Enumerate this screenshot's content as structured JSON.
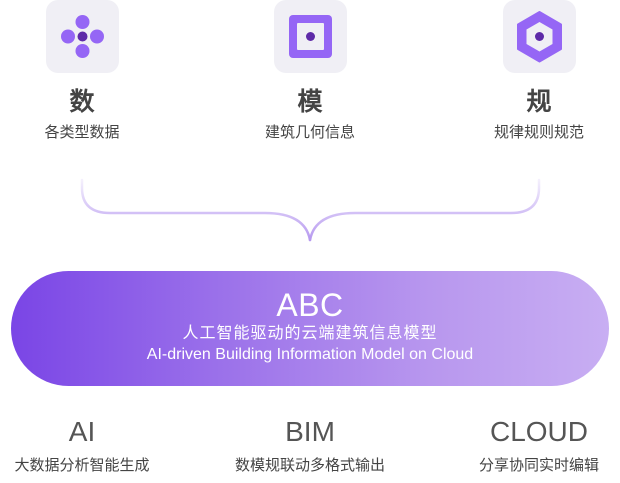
{
  "pillars": [
    {
      "icon": "dots-cross-icon",
      "char": "数",
      "subtitle": "各类型数据"
    },
    {
      "icon": "square-dot-icon",
      "char": "模",
      "subtitle": "建筑几何信息"
    },
    {
      "icon": "hexagon-dot-icon",
      "char": "规",
      "subtitle": "规律规则规范"
    }
  ],
  "core": {
    "title": "ABC",
    "subtitle_zh": "人工智能驱动的云端建筑信息模型",
    "subtitle_en": "AI-driven Building Information Model on Cloud",
    "gradient": [
      "#7a45e6",
      "#c8aef3"
    ]
  },
  "features": [
    {
      "name": "AI",
      "desc": "大数据分析智能生成"
    },
    {
      "name": "BIM",
      "desc": "数模规联动多格式输出"
    },
    {
      "name": "CLOUD",
      "desc": "分享协同实时编辑"
    }
  ],
  "colors": {
    "icon_primary": "#9566f5",
    "icon_center": "#5e2aa8",
    "tile_bg": "#f0eff5",
    "brace": "#b79af0",
    "text": "#444444"
  }
}
